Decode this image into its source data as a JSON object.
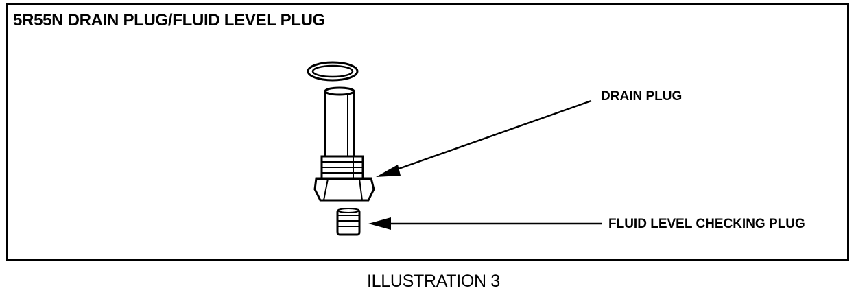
{
  "diagram": {
    "title": "5R55N DRAIN PLUG/FLUID LEVEL PLUG",
    "labels": {
      "drain_plug": "DRAIN PLUG",
      "fluid_level_checking_plug": "FLUID LEVEL CHECKING PLUG"
    },
    "caption": "ILLUSTRATION 3"
  }
}
